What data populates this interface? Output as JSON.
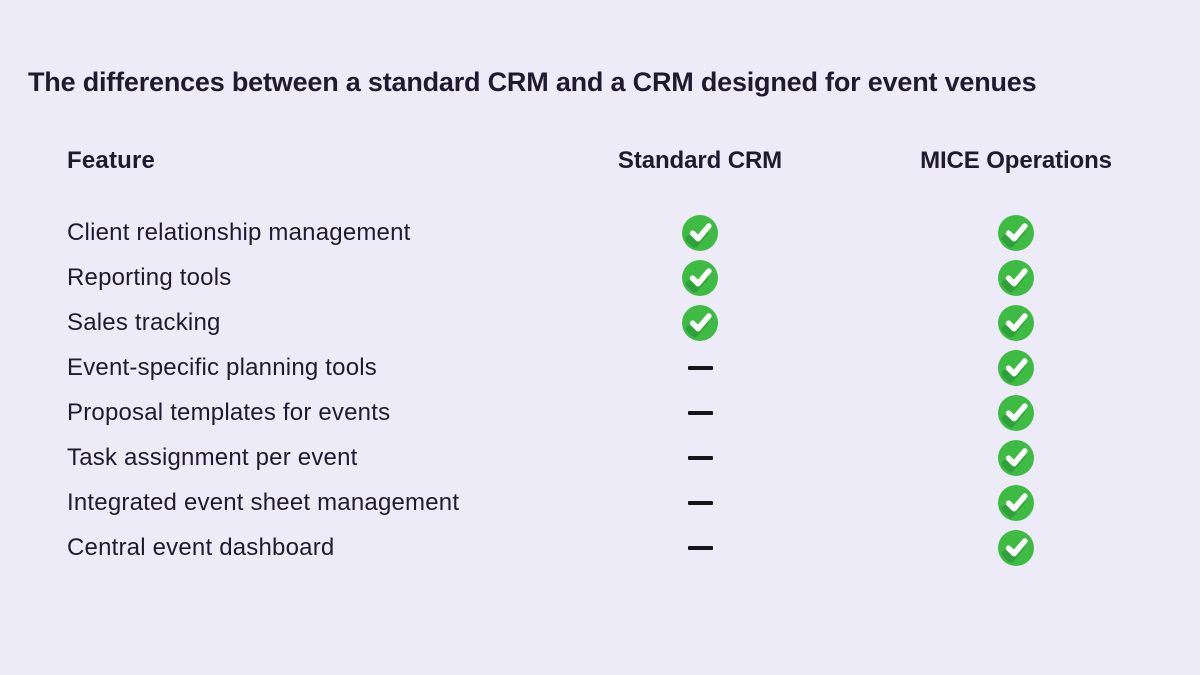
{
  "page": {
    "background_color": "#EDEBF8",
    "text_color": "#201A31"
  },
  "title": "The differences between a standard CRM and a CRM designed for event venues",
  "table": {
    "columns": [
      {
        "key": "feature",
        "label": "Feature"
      },
      {
        "key": "standard",
        "label": "Standard CRM"
      },
      {
        "key": "mice",
        "label": "MICE Operations"
      }
    ],
    "rows": [
      {
        "feature": "Client relationship management",
        "standard": "check",
        "mice": "check"
      },
      {
        "feature": "Reporting tools",
        "standard": "check",
        "mice": "check"
      },
      {
        "feature": "Sales tracking",
        "standard": "check",
        "mice": "check"
      },
      {
        "feature": "Event-specific planning tools",
        "standard": "dash",
        "mice": "check"
      },
      {
        "feature": "Proposal templates for events",
        "standard": "dash",
        "mice": "check"
      },
      {
        "feature": "Task assignment per event",
        "standard": "dash",
        "mice": "check"
      },
      {
        "feature": "Integrated event sheet management",
        "standard": "dash",
        "mice": "check"
      },
      {
        "feature": "Central event dashboard",
        "standard": "dash",
        "mice": "check"
      }
    ],
    "icons": {
      "check": {
        "name": "check-circle-icon",
        "meaning": "included",
        "circle_color": "#3EBB43",
        "shadow_color": "#2FA13A",
        "mark_color": "#FFFFFF"
      },
      "dash": {
        "name": "dash-icon",
        "meaning": "not included",
        "glyph": "—",
        "color": "#15151A"
      }
    }
  },
  "chart_data": {
    "type": "table",
    "title": "The differences between a standard CRM and a CRM designed for event venues",
    "columns": [
      "Feature",
      "Standard CRM",
      "MICE Operations"
    ],
    "rows": [
      [
        "Client relationship management",
        true,
        true
      ],
      [
        "Reporting tools",
        true,
        true
      ],
      [
        "Sales tracking",
        true,
        true
      ],
      [
        "Event-specific planning tools",
        false,
        true
      ],
      [
        "Proposal templates for events",
        false,
        true
      ],
      [
        "Task assignment per event",
        false,
        true
      ],
      [
        "Integrated event sheet management",
        false,
        true
      ],
      [
        "Central event dashboard",
        false,
        true
      ]
    ],
    "legend": {
      "true": "feature included (green check)",
      "false": "feature missing (dash)"
    }
  }
}
